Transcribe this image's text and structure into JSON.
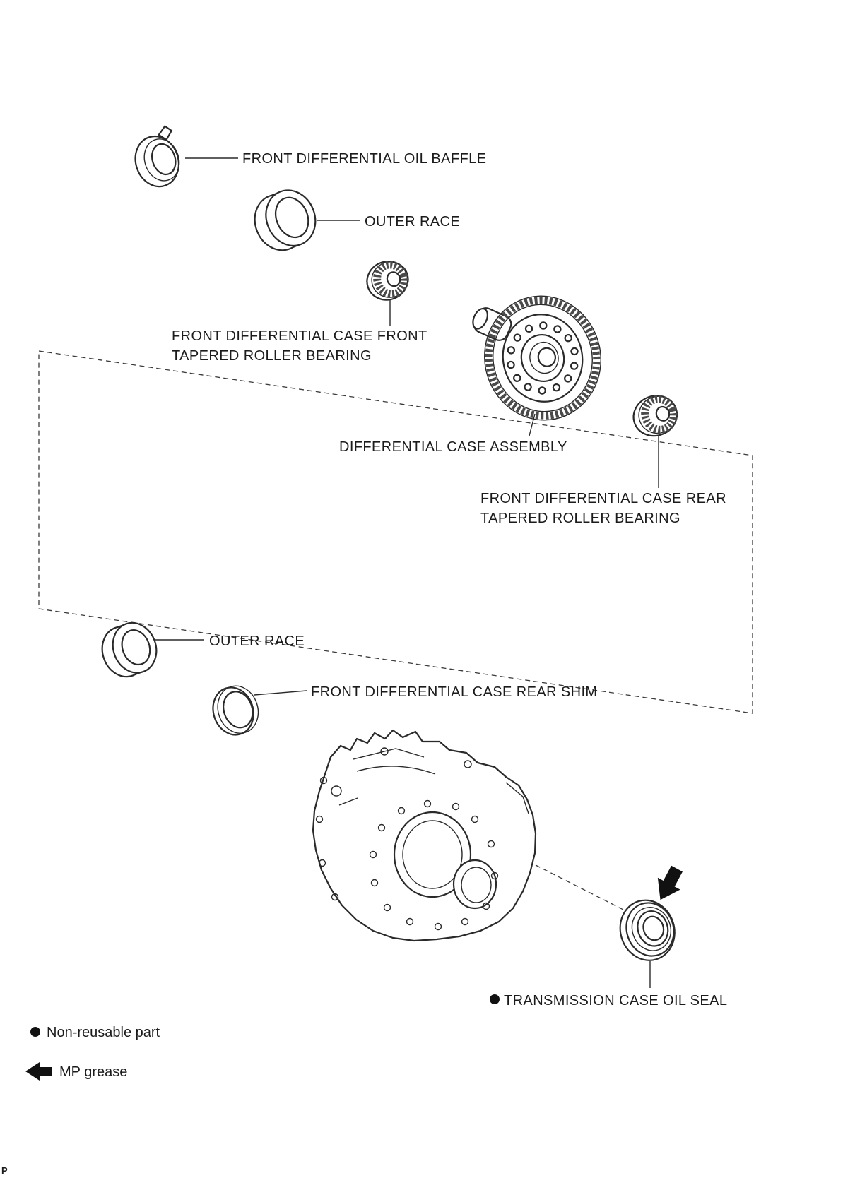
{
  "labels": {
    "oil_baffle": "FRONT DIFFERENTIAL OIL BAFFLE",
    "outer_race_top": "OUTER RACE",
    "front_bearing": {
      "line1": "FRONT DIFFERENTIAL CASE FRONT",
      "line2": "TAPERED ROLLER BEARING"
    },
    "diff_case": "DIFFERENTIAL CASE ASSEMBLY",
    "rear_bearing": {
      "line1": "FRONT DIFFERENTIAL CASE REAR",
      "line2": "TAPERED ROLLER BEARING"
    },
    "outer_race_bottom": "OUTER RACE",
    "rear_shim": "FRONT DIFFERENTIAL CASE REAR SHIM",
    "oil_seal": "TRANSMISSION CASE OIL SEAL"
  },
  "legend": {
    "non_reusable": "Non-reusable part",
    "mp_grease": "MP grease"
  },
  "page_marker": "P",
  "colors": {
    "line": "#2a2a2a",
    "background": "#ffffff"
  }
}
